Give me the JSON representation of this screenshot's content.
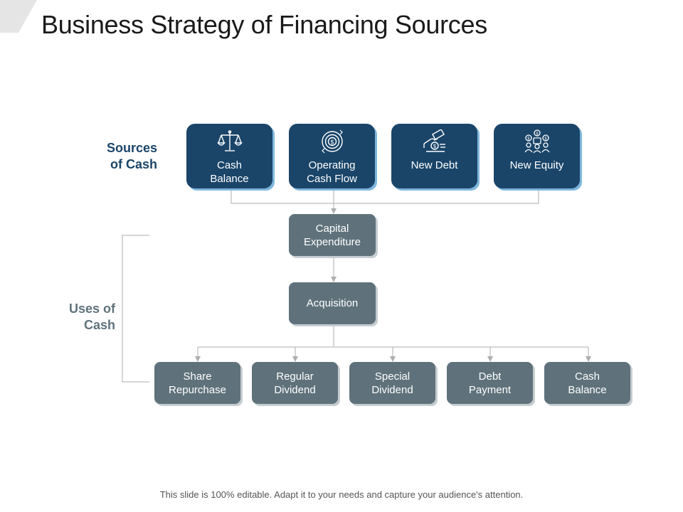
{
  "title": "Business Strategy of Financing Sources",
  "labels": {
    "sources": [
      "Sources",
      "of Cash"
    ],
    "uses": [
      "Uses of",
      "Cash"
    ]
  },
  "sources": [
    {
      "lines": [
        "Cash",
        "Balance"
      ],
      "icon": "scales-icon"
    },
    {
      "lines": [
        "Operating",
        "Cash Flow"
      ],
      "icon": "dollar-cycle-icon"
    },
    {
      "lines": [
        "New Debt"
      ],
      "icon": "hand-money-icon"
    },
    {
      "lines": [
        "New Equity"
      ],
      "icon": "equity-group-icon"
    }
  ],
  "middle": [
    {
      "lines": [
        "Capital",
        "Expenditure"
      ]
    },
    {
      "lines": [
        "Acquisition"
      ]
    }
  ],
  "uses": [
    {
      "lines": [
        "Share",
        "Repurchase"
      ]
    },
    {
      "lines": [
        "Regular",
        "Dividend"
      ]
    },
    {
      "lines": [
        "Special",
        "Dividend"
      ]
    },
    {
      "lines": [
        "Debt",
        "Payment"
      ]
    },
    {
      "lines": [
        "Cash",
        "Balance"
      ]
    }
  ],
  "footer": "This slide is 100% editable. Adapt it to your needs and capture your audience's attention.",
  "colors": {
    "sources_fill": "#1a4569",
    "sources_shadow": "#7fb7dd",
    "uses_fill": "#5f727b",
    "connector": "#aeaeae"
  }
}
